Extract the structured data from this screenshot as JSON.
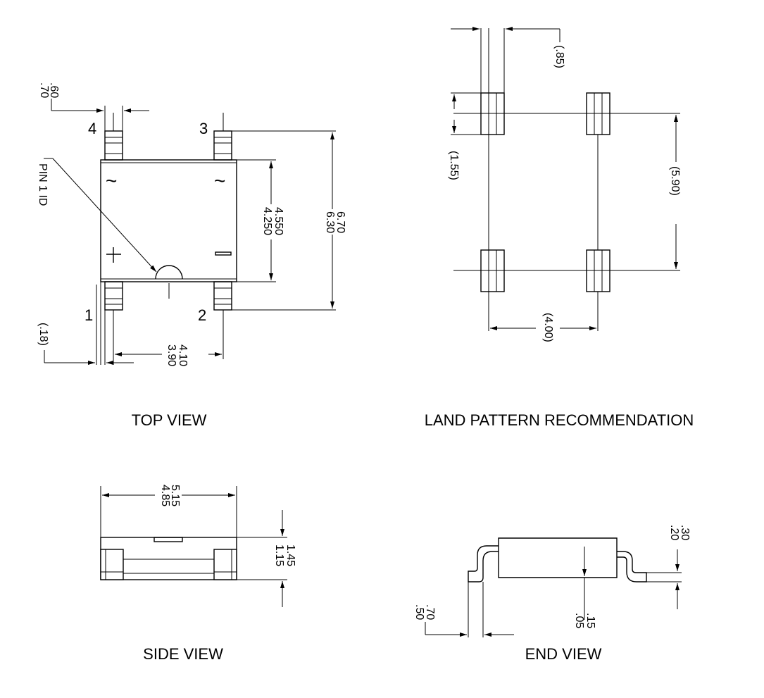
{
  "captions": {
    "top_view": "TOP VIEW",
    "land_pattern": "LAND PATTERN RECOMMENDATION",
    "side_view": "SIDE VIEW",
    "end_view": "END VIEW"
  },
  "top_view": {
    "pin_labels": [
      "1",
      "2",
      "3",
      "4"
    ],
    "pin1_id": "PIN 1 ID",
    "lead_width": [
      ".70",
      ".60"
    ],
    "body_height": [
      "4.550",
      "4.250"
    ],
    "overall_height": [
      "6.70",
      "6.30"
    ],
    "lead_pitch": [
      "4.10",
      "3.90"
    ],
    "lead_offset": "(.18)",
    "ac_symbol": "~",
    "plus_symbol": "+",
    "minus_symbol": "–"
  },
  "land_pattern": {
    "pad_width": "(.85)",
    "pad_length": "(1.55)",
    "pitch_vertical": "(5.90)",
    "pitch_horizontal": "(4.00)"
  },
  "side_view": {
    "body_length": [
      "5.15",
      "4.85"
    ],
    "height": [
      "1.45",
      "1.15"
    ]
  },
  "end_view": {
    "lead_thickness": [
      ".30",
      ".20"
    ],
    "lead_foot": [
      ".70",
      ".50"
    ],
    "standoff": [
      ".15",
      ".05"
    ]
  }
}
